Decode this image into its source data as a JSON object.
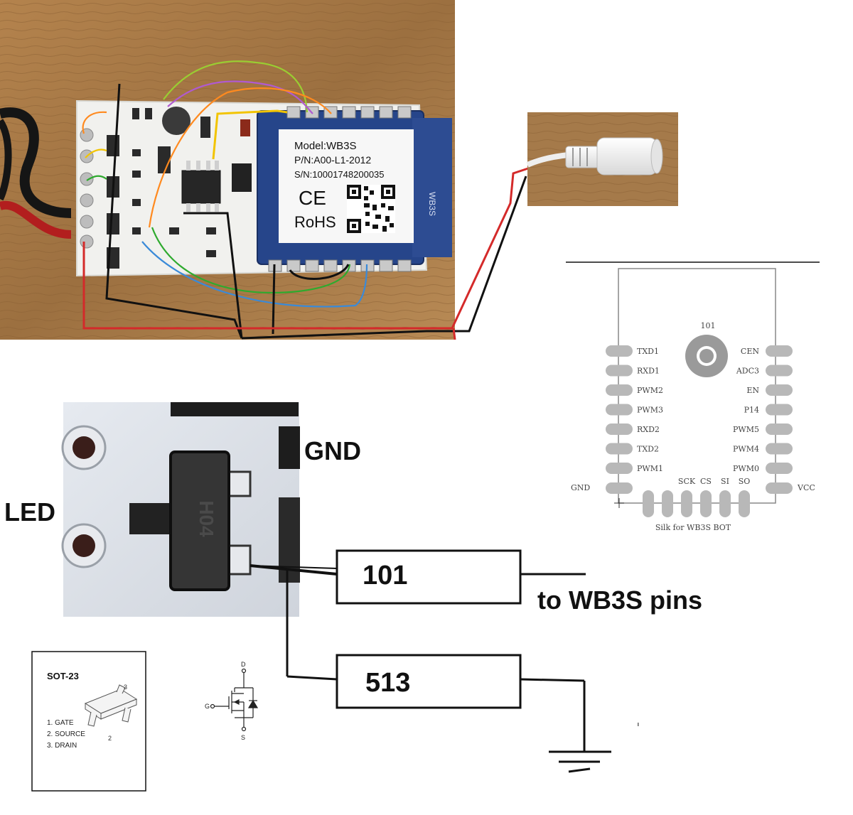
{
  "module_label": {
    "model": "Model:WB3S",
    "pn": "P/N:A00-L1-2012",
    "sn": "S/N:10001748200035",
    "ce": "CE",
    "rohs": "RoHS",
    "antenna": "WB3S"
  },
  "closeup": {
    "led_label": "LED",
    "gnd_label": "GND",
    "component_marking": "H04"
  },
  "resistors": {
    "r1_label": "101",
    "r2_label": "513",
    "pins_note": "to WB3S pins"
  },
  "sot23": {
    "title": "SOT-23",
    "pin_number_top": "3",
    "pin_number_bottom": "2",
    "pins": [
      "1. GATE",
      "2. SOURCE",
      "3. DRAIN"
    ]
  },
  "mosfet_symbol": {
    "d": "D",
    "g": "G",
    "s": "S"
  },
  "pinout": {
    "center_label": "101",
    "left_pins": [
      "TXD1",
      "RXD1",
      "PWM2",
      "PWM3",
      "RXD2",
      "TXD2",
      "PWM1"
    ],
    "right_pins": [
      "CEN",
      "ADC3",
      "EN",
      "P14",
      "PWM5",
      "PWM4",
      "PWM0"
    ],
    "bottom_pins": [
      "SCK",
      "CS",
      "SI",
      "SO"
    ],
    "gnd": "GND",
    "vcc": "VCC",
    "footer": "Silk for WB3S BOT"
  },
  "colors": {
    "wire_red": "#d42a2a",
    "wire_black": "#111111",
    "board_blue": "#26458a",
    "pad_gray": "#b8b8b8",
    "wood": "#a77a45"
  }
}
